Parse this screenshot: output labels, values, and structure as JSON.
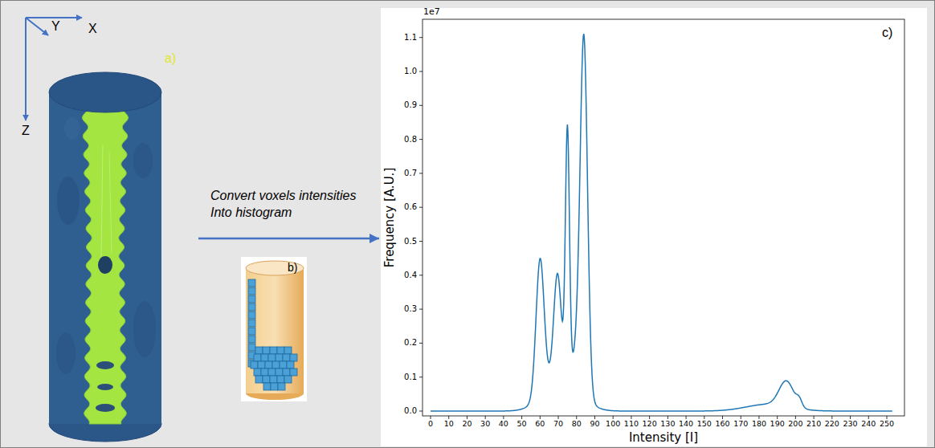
{
  "diagram": {
    "nodes": [
      {
        "text": [
          "a)"
        ]
      },
      {
        "text": [
          "b)"
        ]
      },
      {
        "text": [
          "c)"
        ]
      }
    ],
    "edges": [
      {
        "from": 0,
        "to": 2,
        "arrow": "to",
        "label": "Convert voxels intensities Into histogram"
      }
    ],
    "labels": [
      "X",
      "Y",
      "Z",
      "1e7",
      "Frequency [A.U.]",
      "Intensity [I]",
      "0.0",
      "0.1",
      "0.2",
      "0.3",
      "0.4",
      "0.5",
      "0.6",
      "0.7",
      "0.8",
      "0.9",
      "1.0",
      "1.1",
      "0",
      "10",
      "20",
      "30",
      "40",
      "50",
      "60",
      "70",
      "80",
      "90",
      "100",
      "110",
      "120",
      "130",
      "140",
      "150",
      "160",
      "170",
      "180",
      "190",
      "200",
      "210",
      "220",
      "230",
      "240",
      "250"
    ]
  }
}
